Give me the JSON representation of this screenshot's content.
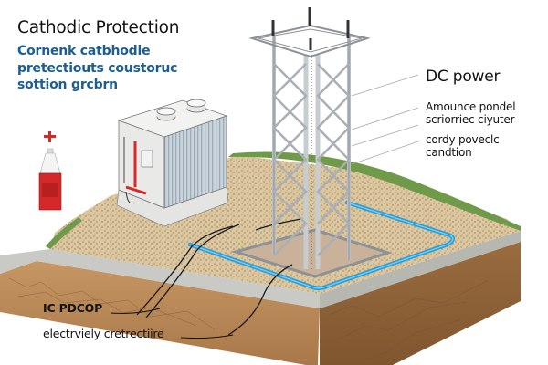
{
  "diagram": {
    "title": "Cathodic Protection",
    "subtitle_lines": [
      "Cornenk catbhodle",
      "pretectiouts coustoruc",
      "sottion grcbrn"
    ],
    "labels": {
      "dc_power": "DC power",
      "label_2_lines": [
        "Amounce pondel",
        "scriorriec ciyuter"
      ],
      "label_3_lines": [
        "cordy poveclc",
        "candtion"
      ],
      "ic_pdcop": "IC PDCOP",
      "electrode": "electrviely cretrectiire"
    },
    "components": [
      "transmission-tower",
      "rectifier-cabinet",
      "anode-bottle",
      "anode-cable-loop",
      "ground-cross-section"
    ],
    "colors": {
      "title": "#111111",
      "subtitle": "#1a5e93",
      "cable_blue": "#2a9fdc",
      "soil": "#b88a58",
      "gravel": "#dcc7a0",
      "grass": "#6f9a4a",
      "steel": "#b9bec3",
      "bottle_red": "#d62828"
    }
  }
}
